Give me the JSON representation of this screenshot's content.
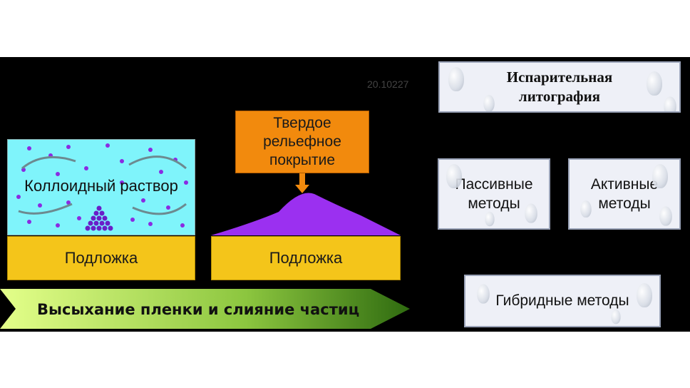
{
  "colloid": {
    "label": "Коллоидный раствор"
  },
  "substrate_1": {
    "label": "Подложка"
  },
  "substrate_2": {
    "label": "Подложка"
  },
  "solid_coating": {
    "line1": "Твердое",
    "line2": "рельефное",
    "line3": "покрытие"
  },
  "banner": {
    "label": "Высыхание пленки и слияние частиц"
  },
  "watermark": {
    "text": "20.10227"
  },
  "flowchart": {
    "evaporative": {
      "line1": "Испарительная",
      "line2": "литография"
    },
    "passive": {
      "line1": "Пассивные",
      "line2": "методы"
    },
    "active": {
      "line1": "Активные",
      "line2": "методы"
    },
    "hybrid": {
      "label": "Гибридные методы"
    }
  },
  "colors": {
    "solution": "#7ff4fb",
    "substrate": "#f4c51a",
    "solid": "#f28a0d",
    "film": "#9b30f0",
    "particle": "#8a2be2",
    "banner_start": "#e4ff8a",
    "banner_end": "#2f6b10",
    "flow_box": "#eef0f7"
  }
}
